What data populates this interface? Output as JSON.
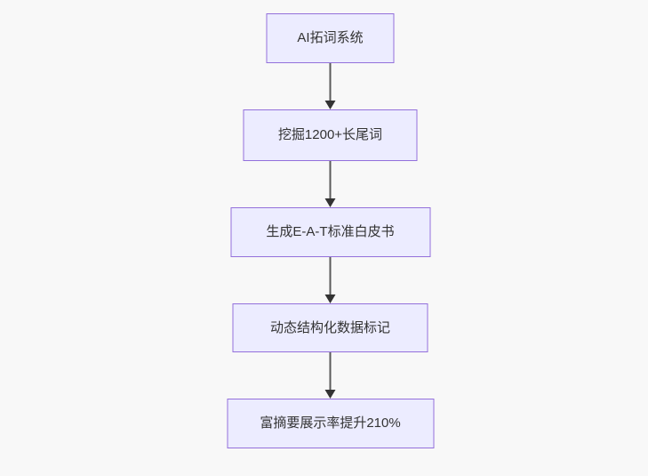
{
  "background_color": "#f8f8f8",
  "flowchart": {
    "type": "flowchart",
    "direction": "top-down",
    "node_fill_color": "#ECECFF",
    "node_border_color": "#9370DB",
    "node_text_color": "#333333",
    "edge_line_color": "#5a5a5a",
    "arrowhead_color": "#333333",
    "nodes": [
      {
        "id": "n1",
        "label": "AI拓词系统"
      },
      {
        "id": "n2",
        "label": "挖掘1200+长尾词"
      },
      {
        "id": "n3",
        "label": "生成E-A-T标准白皮书"
      },
      {
        "id": "n4",
        "label": "动态结构化数据标记"
      },
      {
        "id": "n5",
        "label": "富摘要展示率提升210%"
      }
    ],
    "edges": [
      {
        "from": "n1",
        "to": "n2"
      },
      {
        "from": "n2",
        "to": "n3"
      },
      {
        "from": "n3",
        "to": "n4"
      },
      {
        "from": "n4",
        "to": "n5"
      }
    ]
  }
}
